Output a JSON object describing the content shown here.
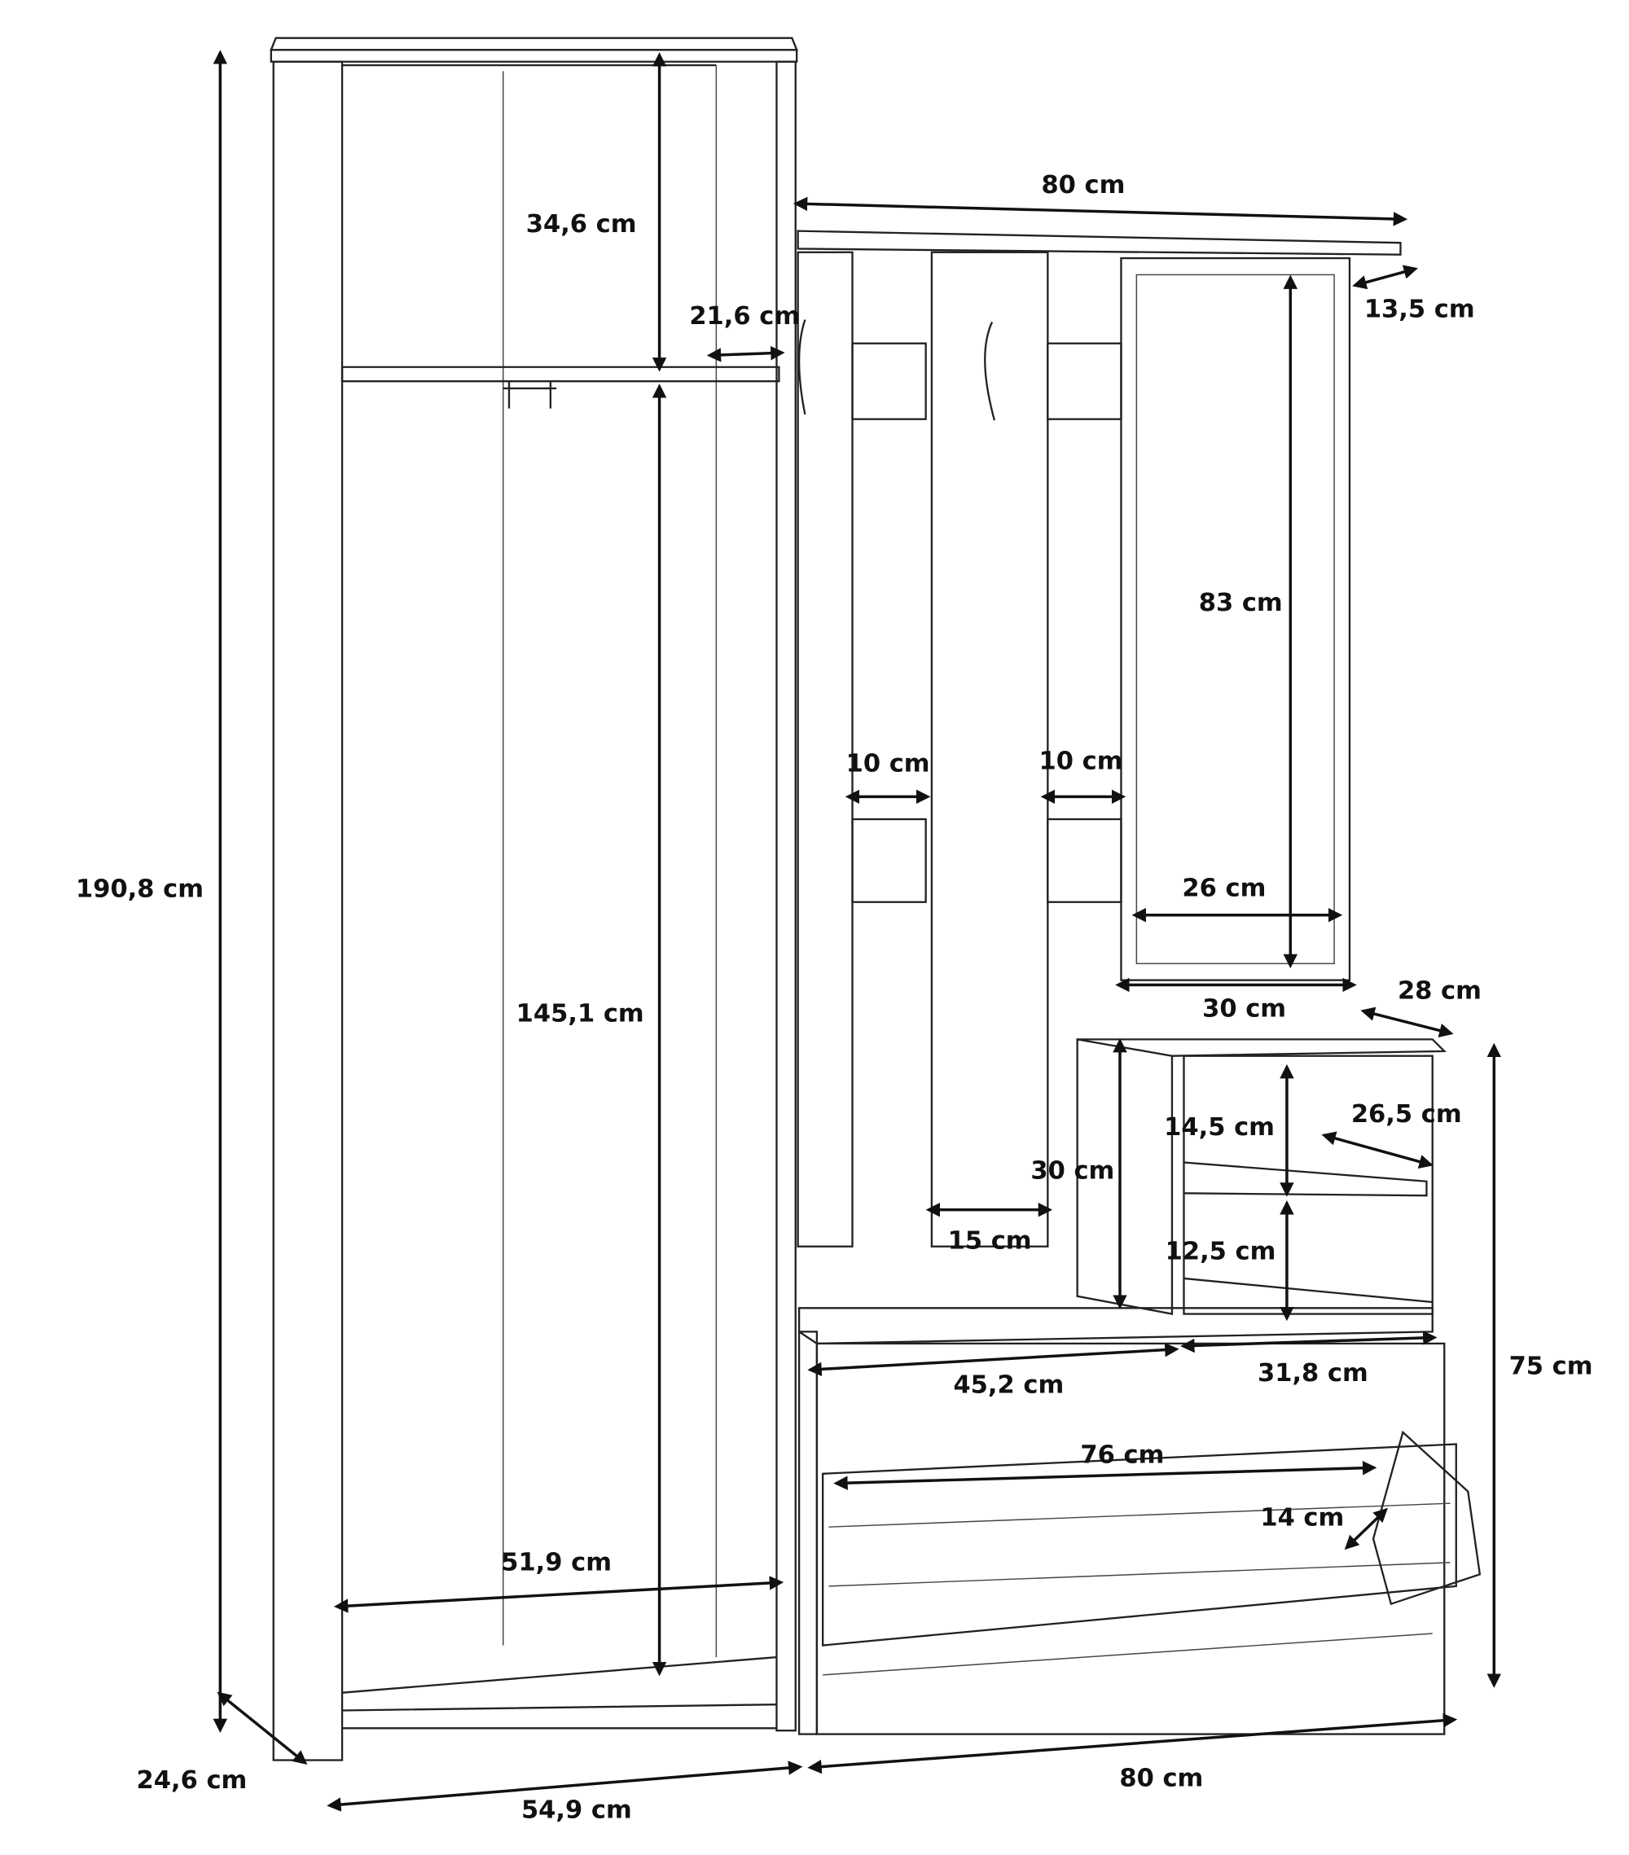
{
  "dimensions": {
    "total_height": "190,8 cm",
    "depth_left": "24,6 cm",
    "width_left": "54,9 cm",
    "width_bottom_right": "80 cm",
    "top_compartment_height": "34,6 cm",
    "shelf_depth": "21,6 cm",
    "hanging_height": "145,1 cm",
    "inner_width_left": "51,9 cm",
    "panel_width": "80 cm",
    "panel_depth": "13,5 cm",
    "mirror_height": "83 cm",
    "gap_left": "10 cm",
    "gap_right": "10 cm",
    "mirror_inner_width": "26 cm",
    "mirror_width": "30 cm",
    "shelf_unit_depth": "28 cm",
    "shelf_inner_depth": "26,5 cm",
    "upper_shelf_height": "14,5 cm",
    "lower_shelf_height": "12,5 cm",
    "shelf_unit_height": "30 cm",
    "panel_strip_width": "15 cm",
    "bench_width": "45,2 cm",
    "shelf_unit_width": "31,8 cm",
    "shoe_cabinet_height": "75 cm",
    "shoe_flap_width": "76 cm",
    "shoe_flap_depth": "14 cm"
  }
}
